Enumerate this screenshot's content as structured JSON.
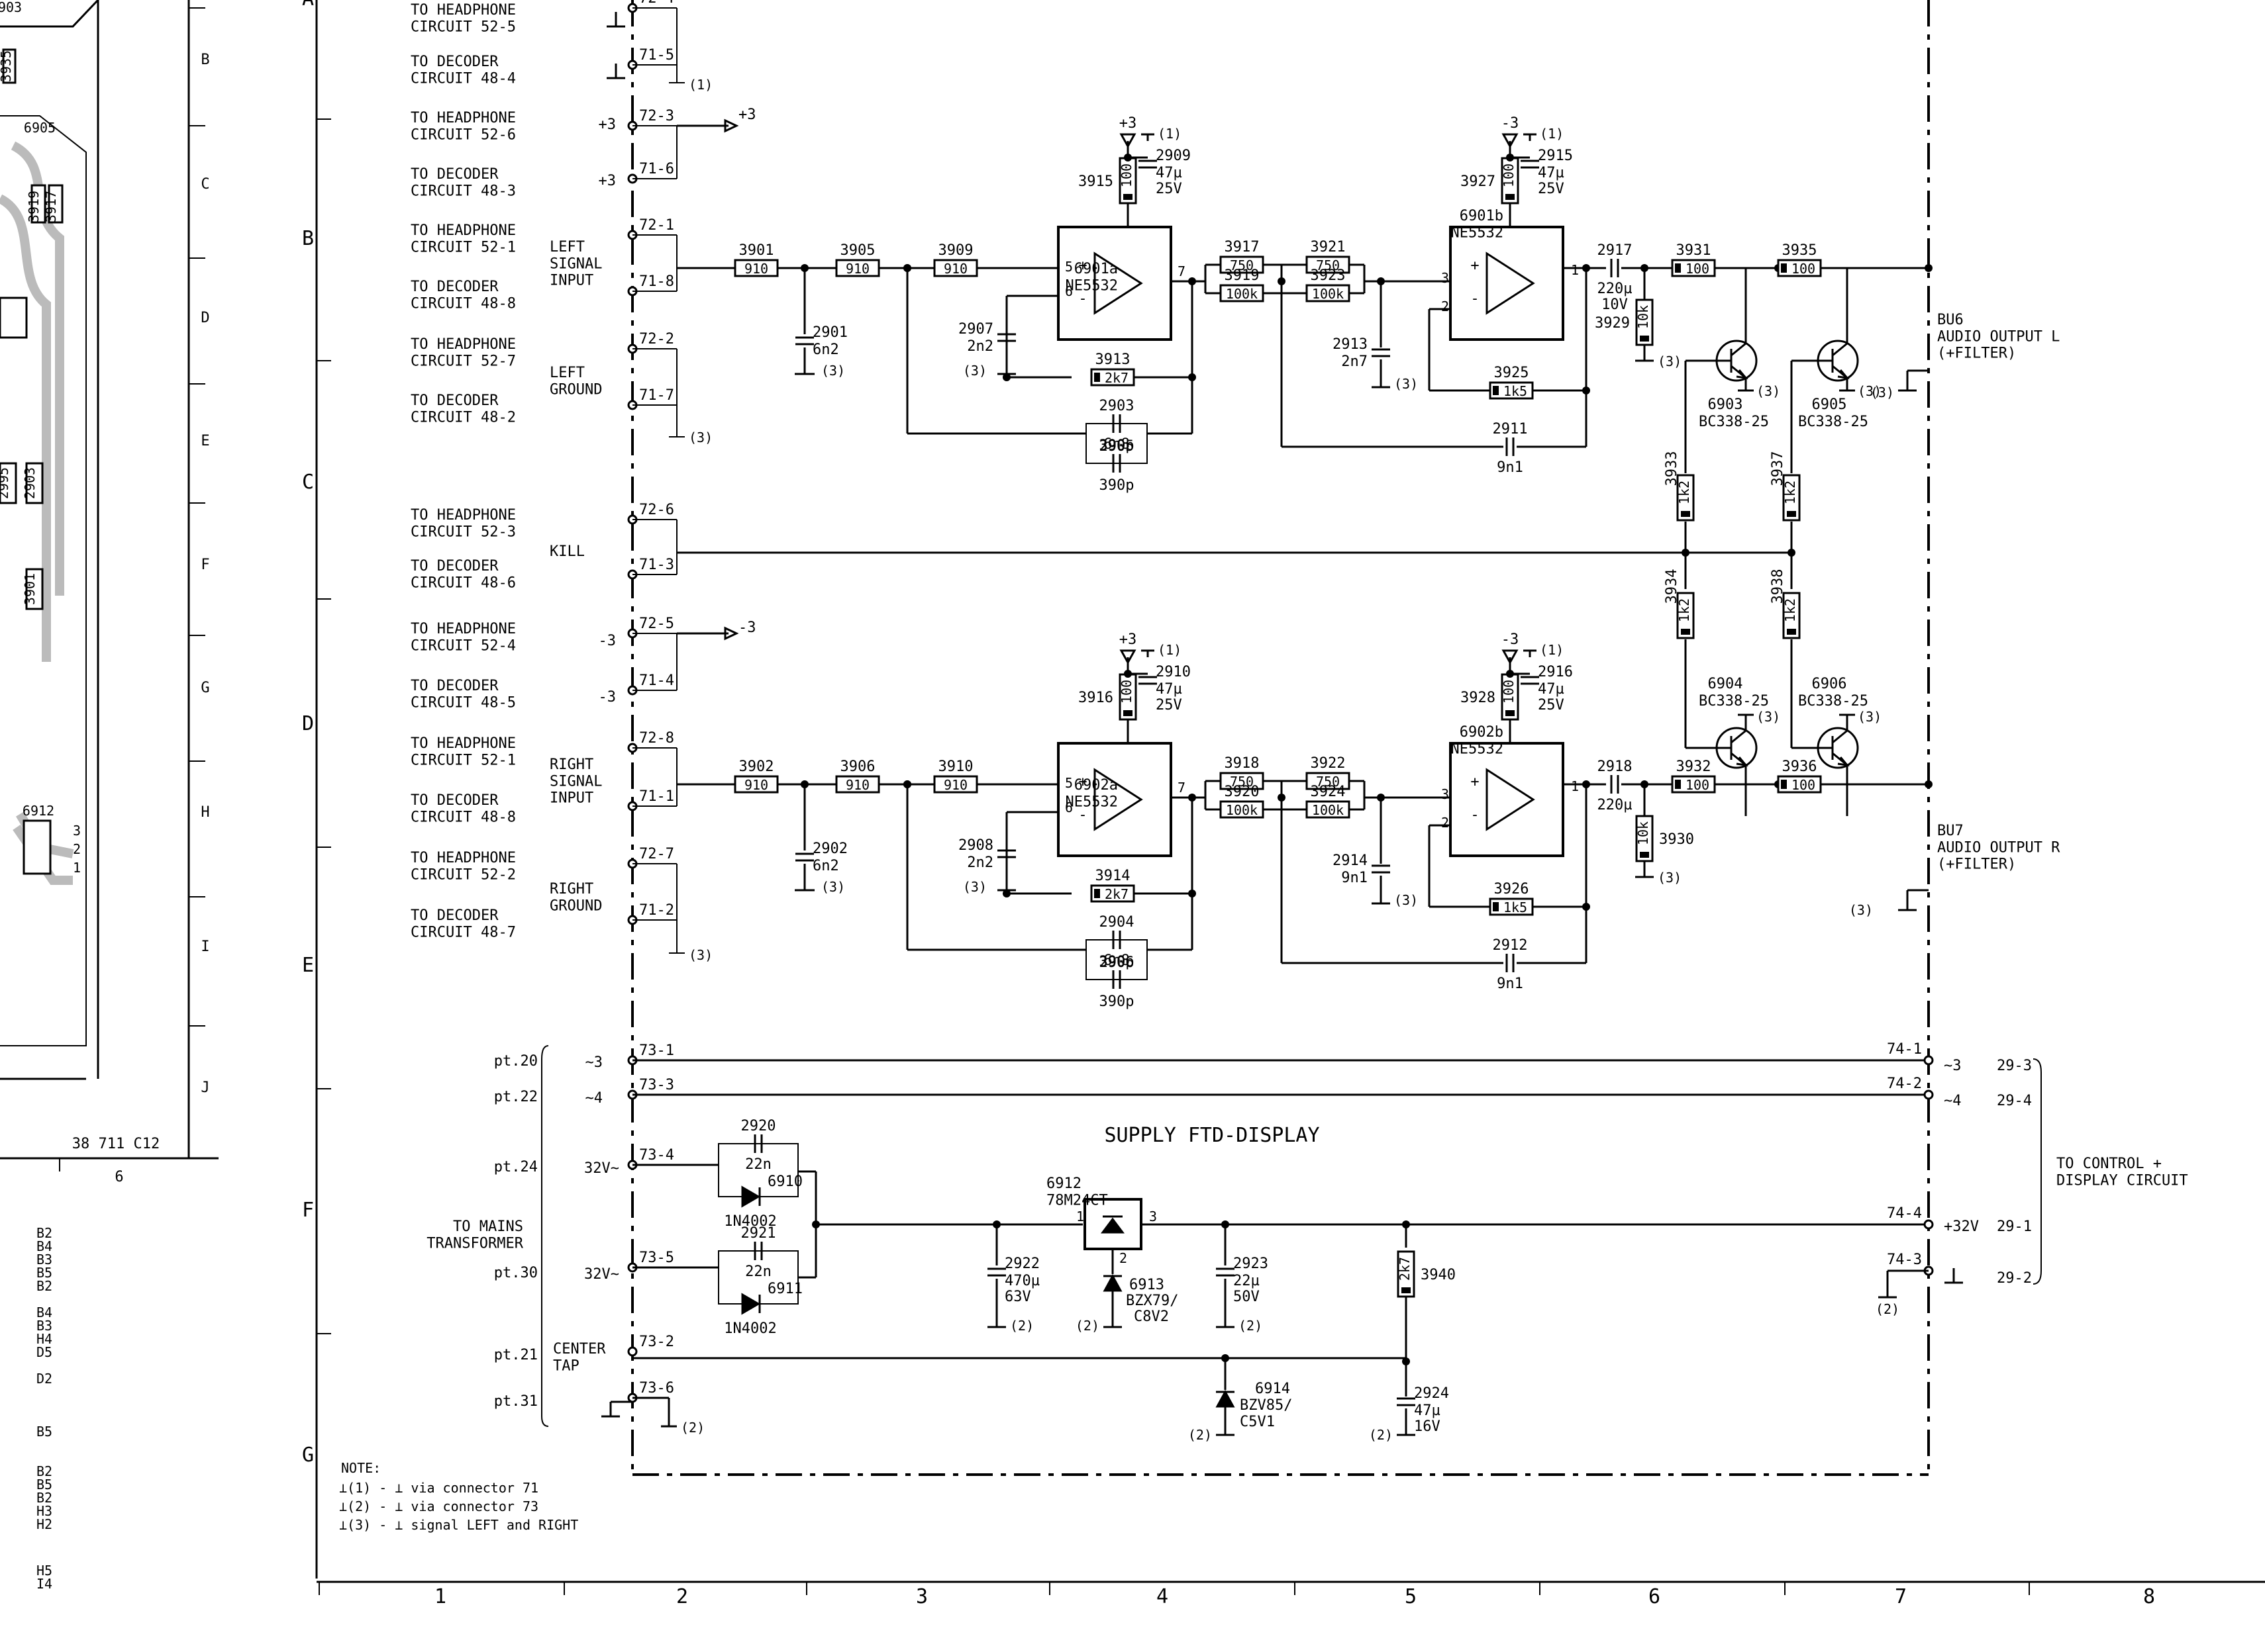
{
  "left_panel": {
    "grid_letters": [
      "B",
      "C",
      "D",
      "E",
      "F",
      "G",
      "H",
      "I",
      "J"
    ],
    "pcb_labels": [
      "903",
      "6905",
      "3935",
      "3919",
      "3917",
      "2995",
      "2903",
      "3901",
      "6912"
    ],
    "pcb_pins": [
      "3",
      "2",
      "1"
    ],
    "board_code": "38 711 C12",
    "column_number": "6",
    "index_codes": [
      "B2",
      "B4",
      "B3",
      "B5",
      "B2",
      "B4",
      "B3",
      "H4",
      "D5",
      "D2",
      "B5",
      "B2",
      "B5",
      "B2",
      "H3",
      "H2",
      "H5",
      "I4"
    ]
  },
  "grid": {
    "rows": [
      "A",
      "B",
      "C",
      "D",
      "E",
      "F",
      "G"
    ],
    "columns": [
      "1",
      "2",
      "3",
      "4",
      "5",
      "6",
      "7",
      "8"
    ]
  },
  "connectors": {
    "headphone_52_5": "TO HEADPHONE\nCIRCUIT 52-5",
    "decoder_48_4": "TO DECODER\nCIRCUIT 48-4",
    "headphone_52_6": "TO HEADPHONE\nCIRCUIT 52-6",
    "decoder_48_3": "TO DECODER\nCIRCUIT 48-3",
    "headphone_52_1a": "TO HEADPHONE\nCIRCUIT 52-1",
    "decoder_48_8a": "TO DECODER\nCIRCUIT 48-8",
    "headphone_52_7": "TO HEADPHONE\nCIRCUIT 52-7",
    "decoder_48_2": "TO DECODER\nCIRCUIT 48-2",
    "headphone_52_3": "TO HEADPHONE\nCIRCUIT 52-3",
    "decoder_48_6": "TO DECODER\nCIRCUIT 48-6",
    "headphone_52_4": "TO HEADPHONE\nCIRCUIT 52-4",
    "decoder_48_5": "TO DECODER\nCIRCUIT 48-5",
    "headphone_52_1b": "TO HEADPHONE\nCIRCUIT 52-1",
    "decoder_48_8b": "TO DECODER\nCIRCUIT 48-8",
    "headphone_52_2": "TO HEADPHONE\nCIRCUIT 52-2",
    "decoder_48_7": "TO DECODER\nCIRCUIT 48-7"
  },
  "signals": {
    "left_input": "LEFT\nSIGNAL\nINPUT",
    "left_ground": "LEFT\nGROUND",
    "kill": "KILL",
    "right_input": "RIGHT\nSIGNAL\nINPUT",
    "right_ground": "RIGHT\nGROUND"
  },
  "pins": [
    "72-4",
    "71-5",
    "72-3",
    "71-6",
    "72-1",
    "71-8",
    "72-2",
    "71-7",
    "72-6",
    "71-3",
    "72-5",
    "71-4",
    "72-8",
    "71-1",
    "72-7",
    "71-2",
    "73-1",
    "73-3",
    "73-4",
    "73-5",
    "73-2",
    "73-6",
    "74-1",
    "74-2",
    "74-4",
    "74-3"
  ],
  "rails": {
    "plus3": "+3",
    "minus3": "-3",
    "gnd1": "(1)",
    "gnd2": "(2)",
    "gnd3": "(3)"
  },
  "components": {
    "r3901": [
      "3901",
      "910"
    ],
    "r3905": [
      "3905",
      "910"
    ],
    "r3909": [
      "3909",
      "910"
    ],
    "c2901": [
      "2901",
      "6n2"
    ],
    "c2907": [
      "2907",
      "2n2"
    ],
    "r3915": [
      "3915",
      "100"
    ],
    "c2909": [
      "2909",
      "47µ",
      "25V"
    ],
    "ic6901a": [
      "6901a",
      "NE5532"
    ],
    "r3913": [
      "3913",
      "2k7"
    ],
    "c2903": [
      "2903",
      "6n8"
    ],
    "c2905": [
      "2905",
      "390p"
    ],
    "r3917": [
      "3917",
      "750"
    ],
    "r3919": [
      "3919",
      "100k"
    ],
    "r3921": [
      "3921",
      "750"
    ],
    "r3923": [
      "3923",
      "100k"
    ],
    "c2913": [
      "2913",
      "2n7"
    ],
    "r3927": [
      "3927",
      "100"
    ],
    "c2915": [
      "2915",
      "47µ",
      "25V"
    ],
    "ic6901b": [
      "6901b",
      "NE5532"
    ],
    "r3925": [
      "3925",
      "1k5"
    ],
    "c2911": [
      "2911",
      "9n1"
    ],
    "c2917": [
      "2917",
      "220µ",
      "10V"
    ],
    "r3929": [
      "3929",
      "10k"
    ],
    "r3931": [
      "3931",
      "100"
    ],
    "r3935": [
      "3935",
      "100"
    ],
    "q6903": [
      "6903",
      "BC338-25"
    ],
    "q6905": [
      "6905",
      "BC338-25"
    ],
    "r3933": [
      "3933",
      "1k2"
    ],
    "r3937": [
      "3937",
      "1k2"
    ],
    "r3934": [
      "3934",
      "1k2"
    ],
    "r3938": [
      "3938",
      "1k2"
    ],
    "q6904": [
      "6904",
      "BC338-25"
    ],
    "q6906": [
      "6906",
      "BC338-25"
    ],
    "r3902": [
      "3902",
      "910"
    ],
    "r3906": [
      "3906",
      "910"
    ],
    "r3910": [
      "3910",
      "910"
    ],
    "c2902": [
      "2902",
      "6n2"
    ],
    "c2908": [
      "2908",
      "2n2"
    ],
    "r3916": [
      "3916",
      "100"
    ],
    "c2910": [
      "2910",
      "47µ",
      "25V"
    ],
    "ic6902a": [
      "6902a",
      "NE5532"
    ],
    "r3914": [
      "3914",
      "2k7"
    ],
    "c2904": [
      "2904",
      "6n8"
    ],
    "c2906": [
      "2906",
      "390p"
    ],
    "r3918": [
      "3918",
      "750"
    ],
    "r3920": [
      "3920",
      "100k"
    ],
    "r3922": [
      "3922",
      "750"
    ],
    "r3924": [
      "3924",
      "100k"
    ],
    "c2914": [
      "2914",
      "9n1"
    ],
    "r3928": [
      "3928",
      "100"
    ],
    "c2916": [
      "2916",
      "47µ",
      "25V"
    ],
    "ic6902b": [
      "6902b",
      "NE5532"
    ],
    "r3926": [
      "3926",
      "1k5"
    ],
    "c2912": [
      "2912",
      "9n1"
    ],
    "c2918": [
      "2918",
      "220µ"
    ],
    "r3930": [
      "3930",
      "10k"
    ],
    "r3932": [
      "3932",
      "100"
    ],
    "r3936": [
      "3936",
      "100"
    ],
    "c2920": [
      "2920",
      "22n"
    ],
    "d6910": [
      "6910",
      "1N4002"
    ],
    "c2921": [
      "2921",
      "22n"
    ],
    "d6911": [
      "6911",
      "1N4002"
    ],
    "c2922": [
      "2922",
      "470µ",
      "63V"
    ],
    "ic6912": [
      "6912",
      "78M24CT"
    ],
    "d6913": [
      "6913",
      "BZX79/",
      "C8V2"
    ],
    "c2923": [
      "2923",
      "22µ",
      "50V"
    ],
    "r3940": [
      "3940",
      "2k7"
    ],
    "d6914": [
      "6914",
      "BZV85/",
      "C5V1"
    ],
    "c2924": [
      "2924",
      "47µ",
      "16V"
    ]
  },
  "outputs": {
    "bu6": "BU6\nAUDIO OUTPUT L\n(+FILTER)",
    "bu7": "BU7\nAUDIO OUTPUT R\n(+FILTER)"
  },
  "supply": {
    "title": "SUPPLY FTD-DISPLAY",
    "pt20": "pt.20",
    "pt22": "pt.22",
    "pt24": "pt.24",
    "pt30": "pt.30",
    "pt21": "pt.21",
    "pt31": "pt.31",
    "ac3": "~3",
    "ac4": "~4",
    "v32a": "32V~",
    "v32b": "32V~",
    "mains": "TO MAINS\nTRANSFORMER",
    "center": "CENTER\nTAP",
    "out_ac3": "~3",
    "out_ac4": "~4",
    "out_32v": "+32V",
    "ref1": "29-3",
    "ref2": "29-4",
    "ref3": "29-1",
    "ref4": "29-2",
    "control": "TO CONTROL +\nDISPLAY CIRCUIT"
  },
  "note": {
    "title": "NOTE:",
    "lines": [
      "⊥(1) - ⊥ via connector 71",
      "⊥(2) - ⊥ via connector 73",
      "⊥(3) - ⊥ signal LEFT and RIGHT"
    ]
  }
}
